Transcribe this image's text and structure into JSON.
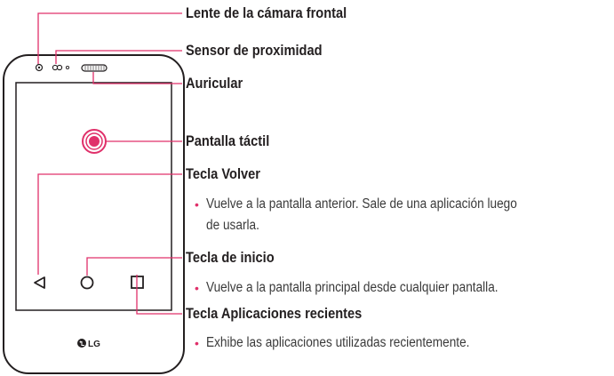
{
  "brand": {
    "logo_text": "LG"
  },
  "callouts": {
    "front_camera": "Lente de la cámara frontal",
    "proximity_sensor": "Sensor de proximidad",
    "earpiece": "Auricular",
    "touch_screen": "Pantalla táctil",
    "back_key": {
      "title": "Tecla Volver",
      "bullet": "•",
      "desc_line1": "Vuelve a la pantalla anterior. Sale de una aplicación luego",
      "desc_line2": "de usarla."
    },
    "home_key": {
      "title": "Tecla de inicio",
      "bullet": "•",
      "desc": "Vuelve a la pantalla principal desde cualquier pantalla."
    },
    "recent_apps_key": {
      "title": "Tecla Aplicaciones recientes",
      "bullet": "•",
      "desc": "Exhibe las aplicaciones utilizadas recientemente."
    }
  },
  "colors": {
    "leader_line": "#e0306a",
    "phone_outline": "#231f20",
    "text": "#231f20"
  }
}
